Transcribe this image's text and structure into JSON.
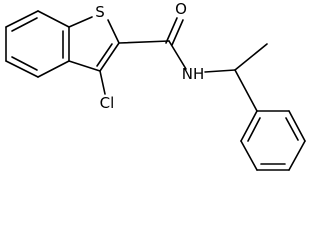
{
  "molecule": {
    "atoms": {
      "sulfur": "S",
      "oxygen": "O",
      "nitrogen_hydrogen": "NH",
      "chlorine": "Cl"
    }
  },
  "colors": {
    "bond": "#000000",
    "label": "#000000",
    "background": "#ffffff"
  }
}
